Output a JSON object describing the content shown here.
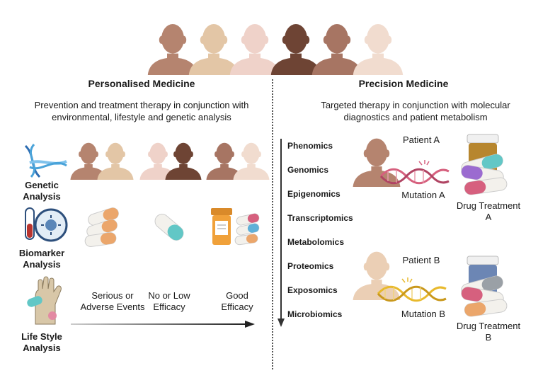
{
  "colors": {
    "skin_tones": [
      "#b5846f",
      "#e3c6a6",
      "#efd2c9",
      "#6e4434",
      "#a77563",
      "#f1dccf"
    ],
    "dna_blue": "#4aa3d9",
    "dna_pink": "#d6607e",
    "dna_yellow": "#e8b92c",
    "capsule_orange": "#eba66b",
    "capsule_teal": "#62c7c6",
    "bottle_orange": "#f0a13a"
  },
  "personalised": {
    "title": "Personalised Medicine",
    "description_line1": "Prevention and treatment therapy in conjunction with",
    "description_line2": "environmental, lifestyle and genetic analysis",
    "genetic_line1": "Genetic",
    "genetic_line2": "Analysis",
    "biomarker_line1": "Biomarker",
    "biomarker_line2": "Analysis",
    "lifestyle_line1": "Life Style",
    "lifestyle_line2": "Analysis",
    "outcome1_line1": "Serious or",
    "outcome1_line2": "Adverse Events",
    "outcome2_line1": "No or Low",
    "outcome2_line2": "Efficacy",
    "outcome3_line1": "Good",
    "outcome3_line2": "Efficacy"
  },
  "precision": {
    "title": "Precision Medicine",
    "description_line1": "Targeted therapy in conjunction with molecular",
    "description_line2": "diagnostics and patient metabolism",
    "omics": [
      "Phenomics",
      "Genomics",
      "Epigenomics",
      "Transcriptomics",
      "Metabolomics",
      "Proteomics",
      "Exposomics",
      "Microbiomics"
    ],
    "patient_a": "Patient A",
    "mutation_a": "Mutation A",
    "drug_a_line1": "Drug Treatment",
    "drug_a_line2": "A",
    "patient_b": "Patient B",
    "mutation_b": "Mutation B",
    "drug_b_line1": "Drug Treatment",
    "drug_b_line2": "B"
  }
}
